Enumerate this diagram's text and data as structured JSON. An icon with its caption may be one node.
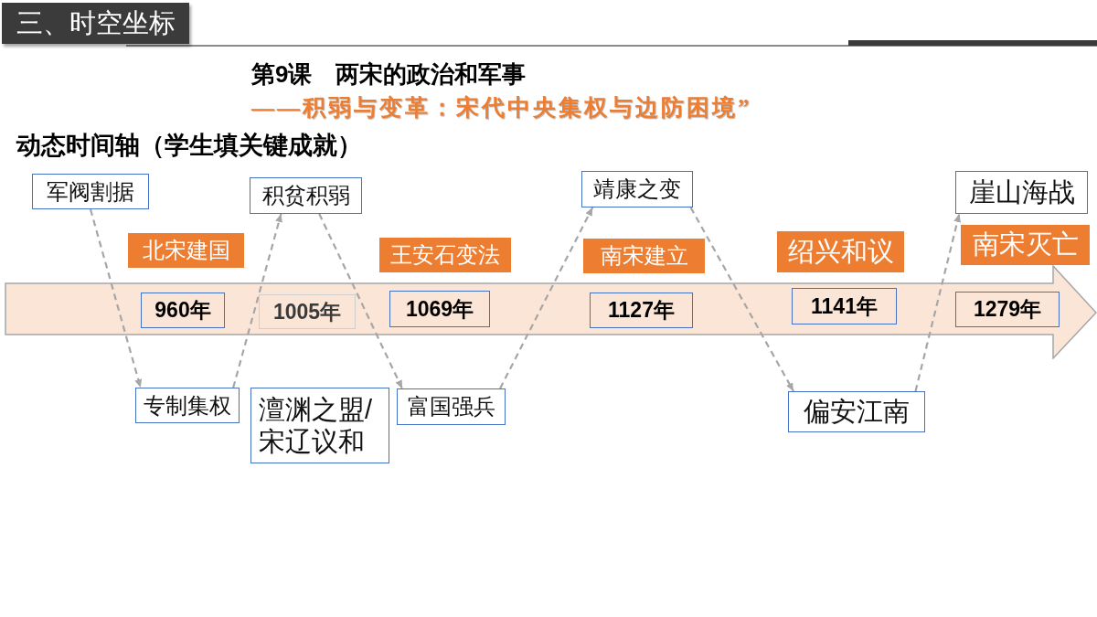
{
  "diagram": {
    "title": "第9课　两宋的政治和军事",
    "nodes": [
      {
        "text": [
          "三、时空坐标"
        ]
      },
      {
        "text": [
          "军阀割据"
        ]
      },
      {
        "text": [
          "积贫积弱"
        ]
      },
      {
        "text": [
          "靖康之变"
        ]
      },
      {
        "text": [
          "崖山海战"
        ]
      },
      {
        "text": [
          "北宋建国"
        ]
      },
      {
        "text": [
          "王安石变法"
        ]
      },
      {
        "text": [
          "南宋建立"
        ]
      },
      {
        "text": [
          "绍兴和议"
        ]
      },
      {
        "text": [
          "南宋灭亡"
        ]
      },
      {
        "text": [],
        "shape": "arrow"
      },
      {
        "text": [
          "960年"
        ],
        "in": 10
      },
      {
        "text": [
          "1005年"
        ],
        "in": 10
      },
      {
        "text": [
          "1069年"
        ],
        "in": 10
      },
      {
        "text": [
          "1127年"
        ],
        "in": 10
      },
      {
        "text": [
          "1141年"
        ],
        "in": 10
      },
      {
        "text": [
          "1279年"
        ],
        "in": 10
      },
      {
        "text": [
          "专制集权"
        ]
      },
      {
        "text": [
          "澶渊之盟/宋辽议和"
        ]
      },
      {
        "text": [
          "富国强兵"
        ]
      },
      {
        "text": [
          "偏安江南"
        ]
      }
    ],
    "edges": [
      {
        "from": 1,
        "to": 17,
        "arrow": "to",
        "style": "dashed"
      },
      {
        "from": 17,
        "to": 2,
        "arrow": "to",
        "style": "dashed"
      },
      {
        "from": 2,
        "to": 19,
        "arrow": "to",
        "style": "dashed"
      },
      {
        "from": 19,
        "to": 3,
        "arrow": "to",
        "style": "dashed"
      },
      {
        "from": 3,
        "to": 20,
        "arrow": "to",
        "style": "dashed"
      },
      {
        "from": 20,
        "to": 4,
        "arrow": "to",
        "style": "dashed"
      }
    ],
    "labels": [
      "——积弱与变革：宋代中央集权与边防困境”",
      "动态时间轴（学生填关键成就）"
    ]
  }
}
